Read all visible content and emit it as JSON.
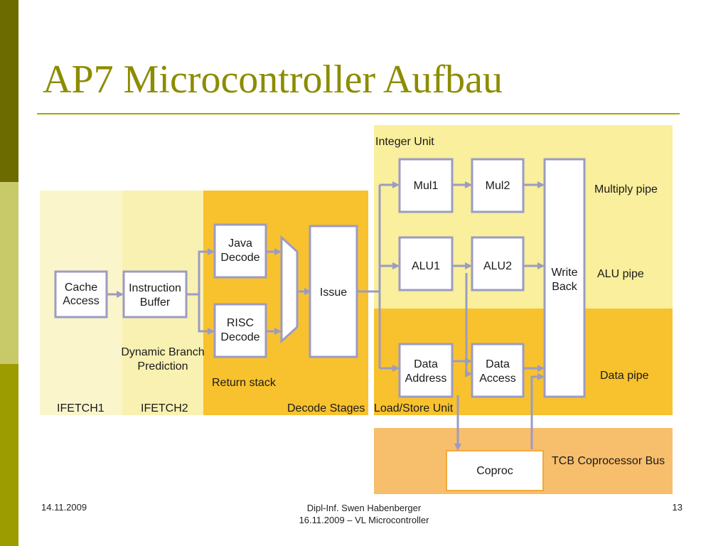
{
  "slide": {
    "title": "AP7 Microcontroller Aufbau"
  },
  "diagram": {
    "region_labels": {
      "integer_unit": "Integer Unit",
      "multiply_pipe": "Multiply pipe",
      "alu_pipe": "ALU pipe",
      "data_pipe": "Data pipe",
      "tcb_bus": "TCB Coprocessor Bus",
      "ifetch1": "IFETCH1",
      "ifetch2": "IFETCH2",
      "dynamic_branch_1": "Dynamic Branch",
      "dynamic_branch_2": "Prediction",
      "return_stack": "Return stack",
      "decode_stages": "Decode Stages",
      "load_store_unit": "Load/Store Unit"
    },
    "blocks": {
      "cache_access": [
        "Cache",
        "Access"
      ],
      "instruction_buffer": [
        "Instruction",
        "Buffer"
      ],
      "java_decode": [
        "Java",
        "Decode"
      ],
      "risc_decode": [
        "RISC",
        "Decode"
      ],
      "issue": "Issue",
      "mul1": "Mul1",
      "mul2": "Mul2",
      "alu1": "ALU1",
      "alu2": "ALU2",
      "data_address": [
        "Data",
        "Address"
      ],
      "data_access": [
        "Data",
        "Access"
      ],
      "write_back": [
        "Write",
        "Back"
      ],
      "coproc": "Coproc"
    },
    "colors": {
      "light_yellow": "#fbf5cc",
      "pale_yellow": "#f9f1b2",
      "orange_yellow": "#f8c22e",
      "orange": "#f7be6c",
      "arrow": "#9b9bc4",
      "box_border": "#9b9bc4"
    }
  },
  "footer": {
    "date": "14.11.2009",
    "author": "Dipl-Inf. Swen Habenberger",
    "course": "16.11.2009 – VL Microcontroller",
    "page": "13"
  }
}
